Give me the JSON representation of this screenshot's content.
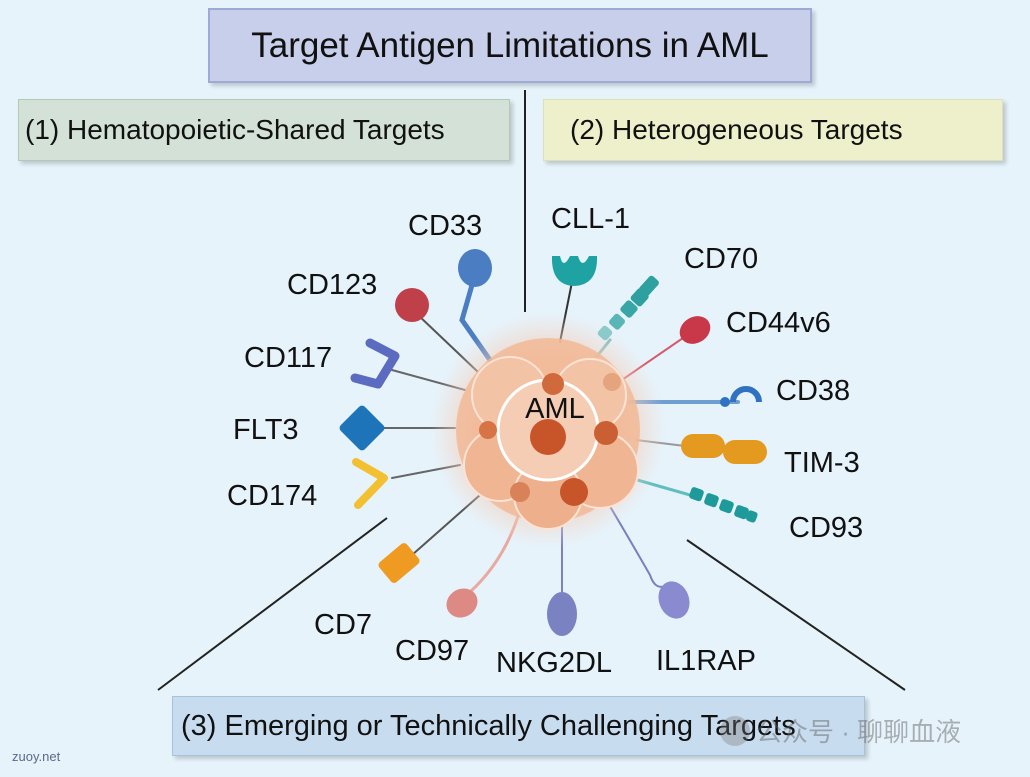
{
  "title": "Target Antigen Limitations in AML",
  "categories": {
    "hematopoietic_shared": "(1) Hematopoietic-Shared Targets",
    "heterogeneous": "(2) Heterogeneous Targets",
    "emerging": "(3) Emerging or Technically Challenging Targets"
  },
  "center_label": "AML",
  "antigens": {
    "cd33": "CD33",
    "cll1": "CLL-1",
    "cd70": "CD70",
    "cd123": "CD123",
    "cd44v6": "CD44v6",
    "cd117": "CD117",
    "cd38": "CD38",
    "flt3": "FLT3",
    "tim3": "TIM-3",
    "cd174": "CD174",
    "cd93": "CD93",
    "cd7": "CD7",
    "cd97": "CD97",
    "nkg2dl": "NKG2DL",
    "il1rap": "IL1RAP"
  },
  "watermark": {
    "site": "zuoy.net",
    "brand": "公众号 · 聊聊血液"
  },
  "colors": {
    "background": "#e6f3fb",
    "title_fill": "#c8cfeb",
    "box1_fill": "#d3e1d6",
    "box2_fill": "#eef0cc",
    "box3_fill": "#c8dcef",
    "cd33": "#4a7dc2",
    "cll1": "#1fa2a2",
    "cd70": "#2fa0a0",
    "cd123": "#c0404a",
    "cd44v6": "#c83848",
    "cd117": "#5b6bbf",
    "cd38": "#2f72c2",
    "flt3": "#1e74b8",
    "tim3": "#e39a1e",
    "cd174": "#f2c030",
    "cd93": "#1e9a9a",
    "cd7": "#ef9a20",
    "cd97": "#de8a84",
    "nkg2dl": "#7b82c2",
    "il1rap": "#8a8ad0",
    "cell_outer": "#f3c5a7",
    "cell_mid": "#efb595",
    "nucleus": "#c8542a"
  }
}
